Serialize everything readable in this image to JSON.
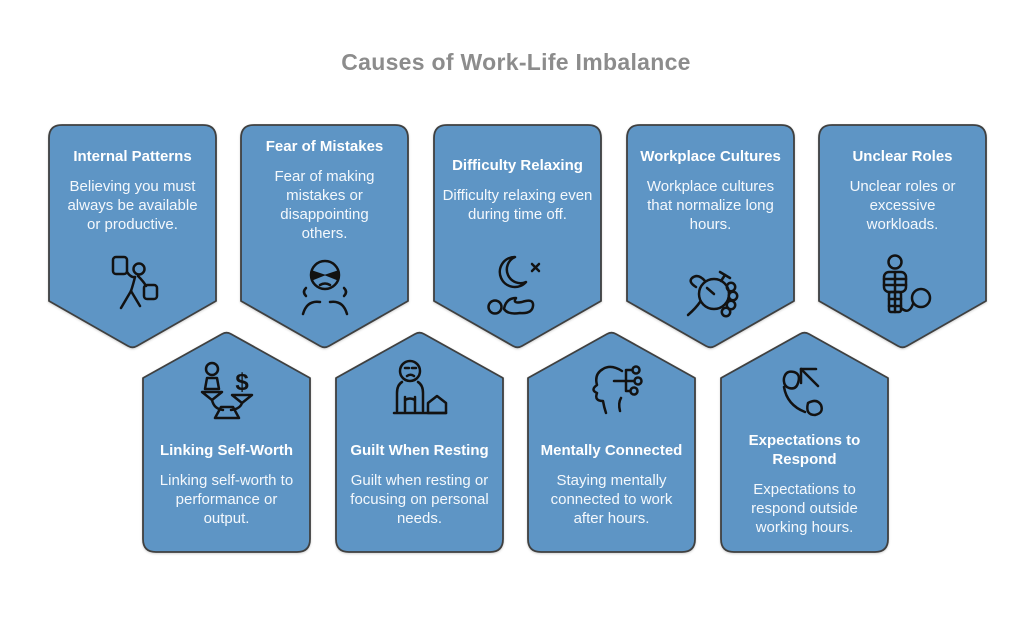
{
  "page_title": "Causes of Work-Life Imbalance",
  "colors": {
    "background": "#FFFFFF",
    "card_fill": "#5E95C5",
    "card_border": "#3F4040",
    "card_text": "#FFFFFF",
    "body_text": "#F4F8FC",
    "title_text": "#8C8C8C",
    "icon_stroke": "#121212"
  },
  "cards": [
    {
      "position": "top-row-1",
      "heading": "Internal Patterns",
      "body": "Believing you must always be available or productive.",
      "icon": "person-holding-cards-icon"
    },
    {
      "position": "top-row-2",
      "heading": "Fear of Mistakes",
      "body": "Fear of making mistakes or disappointing others.",
      "icon": "masked-person-icon"
    },
    {
      "position": "top-row-3",
      "heading": "Difficulty Relaxing",
      "body": "Difficulty relaxing even during time off.",
      "icon": "moon-insomnia-icon"
    },
    {
      "position": "top-row-4",
      "heading": "Workplace Cultures",
      "body": "Workplace cultures that normalize long hours.",
      "icon": "hand-holding-stopwatch-icon"
    },
    {
      "position": "top-row-5",
      "heading": "Unclear Roles",
      "body": "Unclear roles or excessive workloads.",
      "icon": "bound-person-ball-chain-icon"
    },
    {
      "position": "bottom-row-1",
      "heading": "Linking Self-Worth",
      "body": "Linking self-worth to performance or output.",
      "icon": "balance-scale-person-dollar-icon"
    },
    {
      "position": "bottom-row-2",
      "heading": "Guilt When Resting",
      "body": "Guilt when resting or focusing on personal needs.",
      "icon": "sad-person-house-icon"
    },
    {
      "position": "bottom-row-3",
      "heading": "Mentally Connected",
      "body": "Staying mentally connected to work after hours.",
      "icon": "head-circuit-icon"
    },
    {
      "position": "bottom-row-4",
      "heading": "Expectations to Respond",
      "body": "Expectations to respond outside working hours.",
      "icon": "phone-outgoing-arrow-icon"
    }
  ]
}
